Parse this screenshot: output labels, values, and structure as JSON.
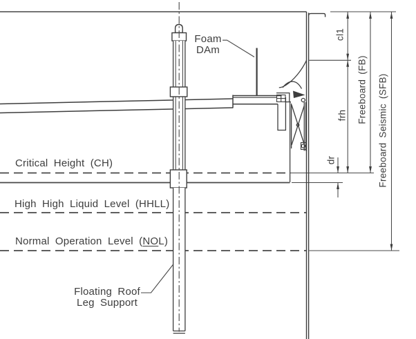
{
  "drawing": {
    "background": "#ffffff",
    "line_color": "#3d3d3d",
    "labels": {
      "foam_dam": {
        "line1": "Foam",
        "line2": "DAm"
      },
      "critical_height": "Critical Height (CH)",
      "high_high_liquid_level": "High High Liquid Level (HHLL)",
      "normal_operation_level": {
        "prefix": "Normal Operation Level (",
        "underlined": "NO",
        "suffix": "L)"
      },
      "leg_support": {
        "line1": "Floating Roof",
        "line2": "Leg Support"
      },
      "dimensions": {
        "cl1": "cl1",
        "frh": "frh",
        "dr": "dr",
        "freeboard": "Freeboard (FB)",
        "freeboard_seismic": "Freeboard Seismic (SFB)"
      }
    }
  }
}
